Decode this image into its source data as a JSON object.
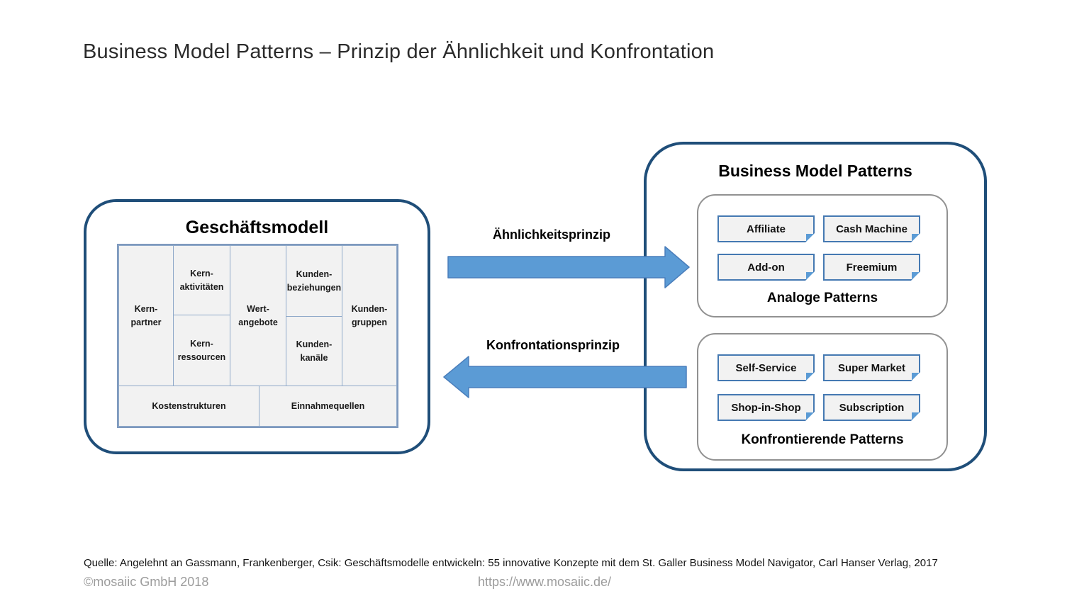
{
  "slide": {
    "title": "Business Model Patterns – Prinzip der Ähnlichkeit und Konfrontation"
  },
  "geschaeftsmodell": {
    "title": "Geschäftsmodell",
    "cells": {
      "kern_partner": "Kern-\npartner",
      "kern_aktivitaeten": "Kern-\naktivitäten",
      "kern_ressourcen": "Kern-\nressourcen",
      "wert_angebote": "Wert-\nangebote",
      "kunden_beziehungen": "Kunden-\nbeziehungen",
      "kunden_kanaele": "Kunden-\nkanäle",
      "kunden_gruppen": "Kunden-\ngruppen",
      "kostenstrukturen": "Kostenstrukturen",
      "einnahmequellen": "Einnahmequellen"
    }
  },
  "principles": {
    "similarity": "Ähnlichkeitsprinzip",
    "confrontation": "Konfrontationsprinzip"
  },
  "patterns": {
    "title": "Business Model Patterns",
    "groups": [
      {
        "caption": "Analoge Patterns",
        "items": [
          "Affiliate",
          "Cash Machine",
          "Add-on",
          "Freemium"
        ]
      },
      {
        "caption": "Konfrontierende Patterns",
        "items": [
          "Self-Service",
          "Super Market",
          "Shop-in-Shop",
          "Subscription"
        ]
      }
    ]
  },
  "footer": {
    "source": "Quelle: Angelehnt an Gassmann, Frankenberger, Csik: Geschäftsmodelle entwickeln: 55 innovative Konzepte mit dem St. Galler Business Model Navigator, Carl Hanser Verlag, 2017",
    "copyright": "©mosaiic GmbH 2018",
    "url": "https://www.mosaiic.de/"
  },
  "colors": {
    "frame_border": "#1F4E79",
    "arrow_fill": "#5B9BD5",
    "arrow_stroke": "#4A7EBB",
    "cell_fill": "#F2F2F2",
    "cell_border": "#8FA9C9",
    "group_border": "#919191",
    "pattern_box_border": "#4579B2"
  }
}
